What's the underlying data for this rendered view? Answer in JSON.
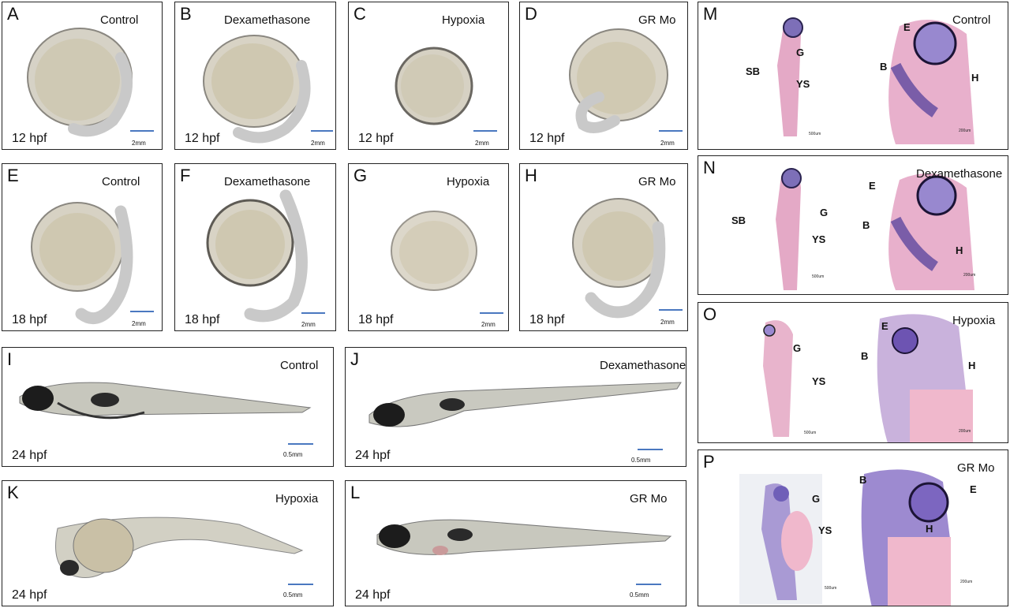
{
  "figure": {
    "panels": [
      {
        "id": "A",
        "condition": "Control",
        "time": "12 hpf",
        "scale": "2mm"
      },
      {
        "id": "B",
        "condition": "Dexamethasone",
        "time": "12 hpf",
        "scale": "2mm"
      },
      {
        "id": "C",
        "condition": "Hypoxia",
        "time": "12 hpf",
        "scale": "2mm"
      },
      {
        "id": "D",
        "condition": "GR Mo",
        "time": "12 hpf",
        "scale": "2mm"
      },
      {
        "id": "E",
        "condition": "Control",
        "time": "18 hpf",
        "scale": "2mm"
      },
      {
        "id": "F",
        "condition": "Dexamethasone",
        "time": "18 hpf",
        "scale": "2mm"
      },
      {
        "id": "G",
        "condition": "Hypoxia",
        "time": "18 hpf",
        "scale": "2mm"
      },
      {
        "id": "H",
        "condition": "GR Mo",
        "time": "18 hpf",
        "scale": "2mm"
      },
      {
        "id": "I",
        "condition": "Control",
        "time": "24 hpf",
        "scale": "0.5mm"
      },
      {
        "id": "J",
        "condition": "Dexamethasone",
        "time": "24 hpf",
        "scale": "0.5mm"
      },
      {
        "id": "K",
        "condition": "Hypoxia",
        "time": "24 hpf",
        "scale": "0.5mm"
      },
      {
        "id": "L",
        "condition": "GR Mo",
        "time": "24 hpf",
        "scale": "0.5mm"
      },
      {
        "id": "M",
        "condition": "Control",
        "labels": [
          "E",
          "G",
          "SB",
          "YS",
          "B",
          "H"
        ],
        "scale_left": "500um",
        "scale_right": "200um"
      },
      {
        "id": "N",
        "condition": "Dexamethasone",
        "labels": [
          "E",
          "G",
          "SB",
          "YS",
          "B",
          "H"
        ],
        "scale_left": "500um",
        "scale_right": "200um"
      },
      {
        "id": "O",
        "condition": "Hypoxia",
        "labels": [
          "E",
          "G",
          "YS",
          "B",
          "H"
        ],
        "scale_left": "500um",
        "scale_right": "200um"
      },
      {
        "id": "P",
        "condition": "GR Mo",
        "labels": [
          "B",
          "E",
          "G",
          "YS",
          "H"
        ],
        "scale_left": "500um",
        "scale_right": "200um"
      }
    ]
  }
}
